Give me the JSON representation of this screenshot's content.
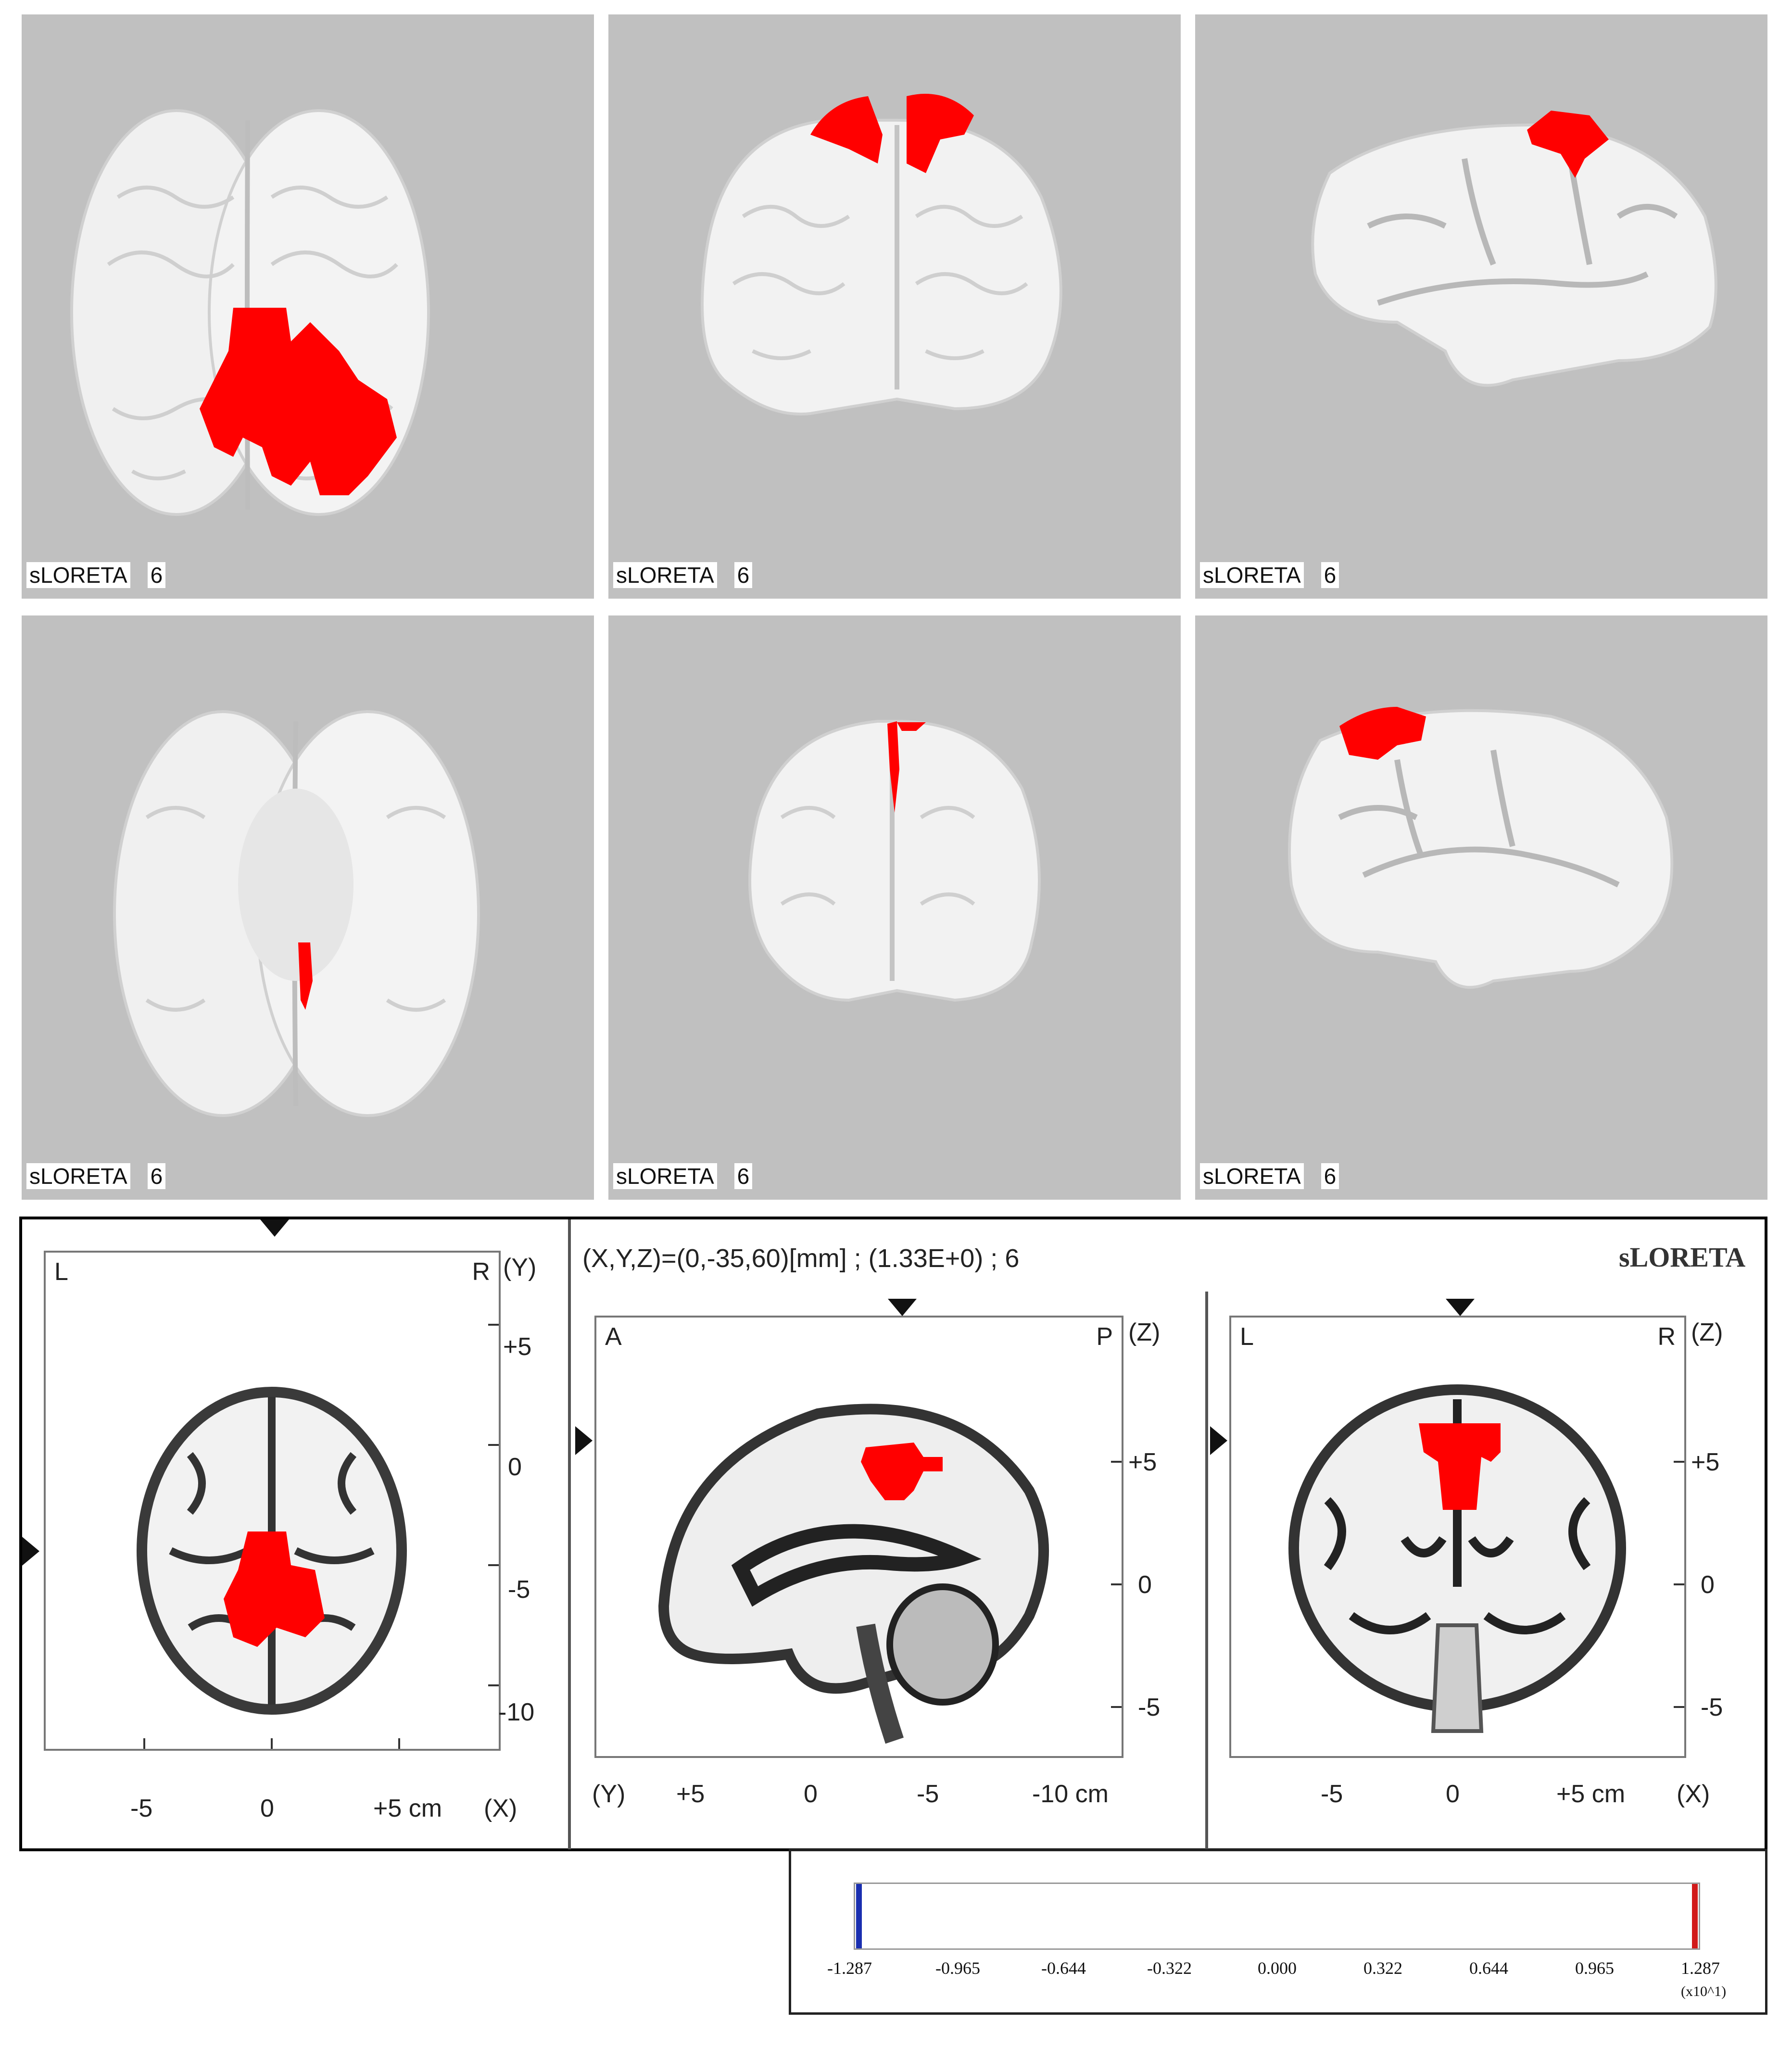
{
  "views3d": [
    {
      "label": "sLORETA",
      "index": "6",
      "view": "top"
    },
    {
      "label": "sLORETA",
      "index": "6",
      "view": "front"
    },
    {
      "label": "sLORETA",
      "index": "6",
      "view": "right"
    },
    {
      "label": "sLORETA",
      "index": "6",
      "view": "bottom"
    },
    {
      "label": "sLORETA",
      "index": "6",
      "view": "back"
    },
    {
      "label": "sLORETA",
      "index": "6",
      "view": "left"
    }
  ],
  "slices": {
    "readout": "(X,Y,Z)=(0,-35,60)[mm] ; (1.33E+0) ; 6",
    "brand": "sLORETA",
    "axial": {
      "corner_left": "L",
      "corner_right": "R",
      "axis_right": "(Y)",
      "y_ticks": [
        "+5",
        "0",
        "-5",
        "-10"
      ],
      "x_ticks": [
        "-5",
        "0",
        "+5 cm"
      ],
      "x_axis": "(X)"
    },
    "sagittal": {
      "corner_left": "A",
      "corner_right": "P",
      "axis_right": "(Z)",
      "y_ticks": [
        "+5",
        "0",
        "-5"
      ],
      "x_axis": "(Y)",
      "x_ticks": [
        "+5",
        "0",
        "-5",
        "-10 cm"
      ]
    },
    "coronal": {
      "corner_left": "L",
      "corner_right": "R",
      "axis_right": "(Z)",
      "y_ticks": [
        "+5",
        "0",
        "-5"
      ],
      "x_ticks": [
        "-5",
        "0",
        "+5 cm"
      ],
      "x_axis": "(X)"
    }
  },
  "colorbar": {
    "ticks": [
      "-1.287",
      "-0.965",
      "-0.644",
      "-0.322",
      "0.000",
      "0.322",
      "0.644",
      "0.965",
      "1.287"
    ],
    "exponent": "(x10^1)",
    "neg_color": "#1a2fb0",
    "pos_color": "#d11a1a"
  },
  "colors": {
    "activation": "#ff0000",
    "panel_bg": "#c0c0c0",
    "brain": "#f2f2f2"
  }
}
